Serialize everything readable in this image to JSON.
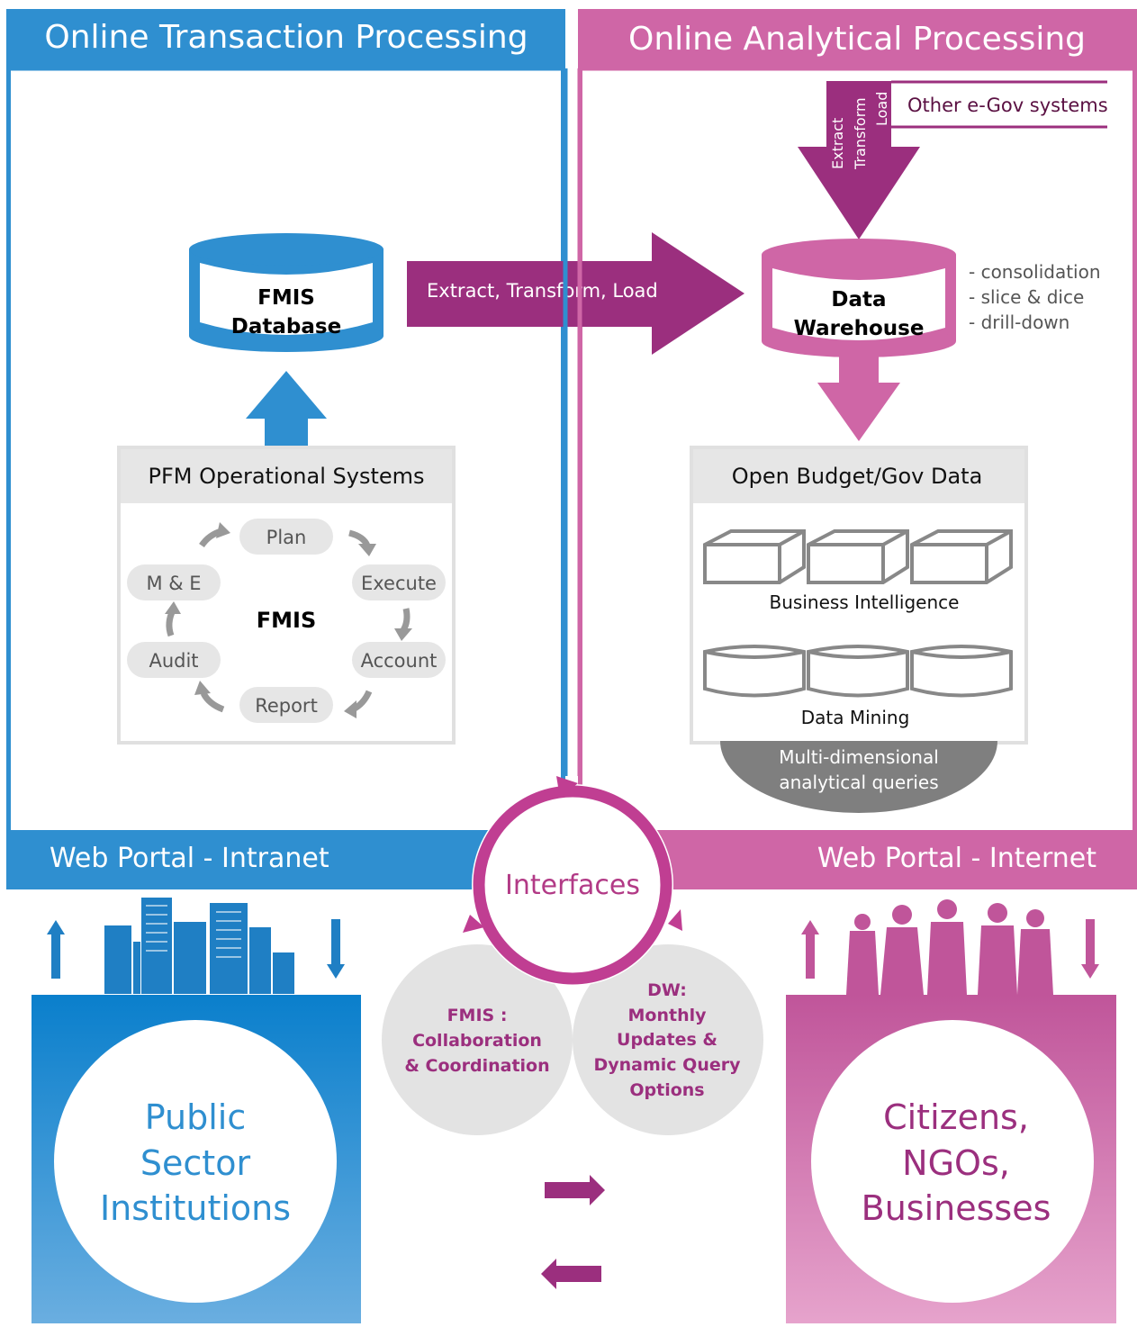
{
  "colors": {
    "blue": "#2f8fd0",
    "blue_dark": "#1f7fc4",
    "pink": "#cf66a6",
    "purple": "#9b2f7e",
    "grey_panel": "#e6e6e6",
    "grey_dark": "#7f7f7f"
  },
  "oltp": {
    "title": "Online Transaction Processing",
    "db_line1": "FMIS",
    "db_line2": "Database",
    "pfm_title": "PFM Operational Systems",
    "cycle_center": "FMIS",
    "cycle": [
      "Plan",
      "Execute",
      "Account",
      "Report",
      "Audit",
      "M & E"
    ]
  },
  "olap": {
    "title": "Online Analytical Processing",
    "etl_vertical": [
      "Extract",
      "Transform",
      "Load"
    ],
    "other_systems": "Other e-Gov systems",
    "dw_line1": "Data",
    "dw_line2": "Warehouse",
    "dw_features": [
      "- consolidation",
      "- slice & dice",
      "- drill-down"
    ],
    "open_data_title": "Open Budget/Gov Data",
    "bi_label": "Business Intelligence",
    "dm_label": "Data Mining",
    "queries_line1": "Multi-dimensional",
    "queries_line2": "analytical queries"
  },
  "etl_arrow_label": "Extract, Transform, Load",
  "interfaces": {
    "title": "Interfaces",
    "fmis_bubble": [
      "FMIS :",
      "Collaboration",
      "& Coordination"
    ],
    "dw_bubble": [
      "DW:",
      "Monthly",
      "Updates &",
      "Dynamic Query",
      "Options"
    ]
  },
  "portal_intranet": "Web Portal - Intranet",
  "portal_internet": "Web Portal - Internet",
  "public_sector": [
    "Public",
    "Sector",
    "Institutions"
  ],
  "citizens": [
    "Citizens,",
    "NGOs,",
    "Businesses"
  ]
}
